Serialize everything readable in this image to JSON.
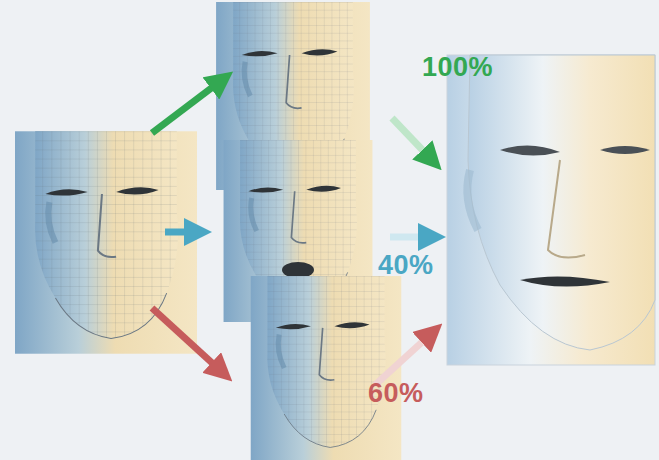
{
  "diagram": {
    "labels": [
      "100%",
      "40%",
      "60%"
    ]
  }
}
